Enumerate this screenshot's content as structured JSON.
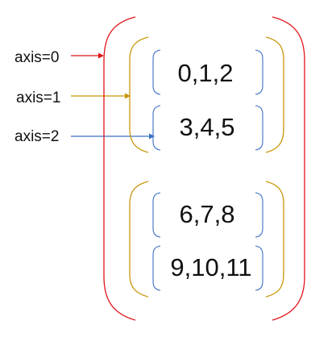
{
  "axis_labels": [
    "axis=0",
    "axis=1",
    "axis=2"
  ],
  "values": [
    "0,1,2",
    "3,4,5",
    "6,7,8",
    "9,10,11"
  ],
  "colors": {
    "axis0": "#e0141b",
    "axis1": "#c8960a",
    "axis2": "#3a6fc6",
    "text": "#111111"
  }
}
